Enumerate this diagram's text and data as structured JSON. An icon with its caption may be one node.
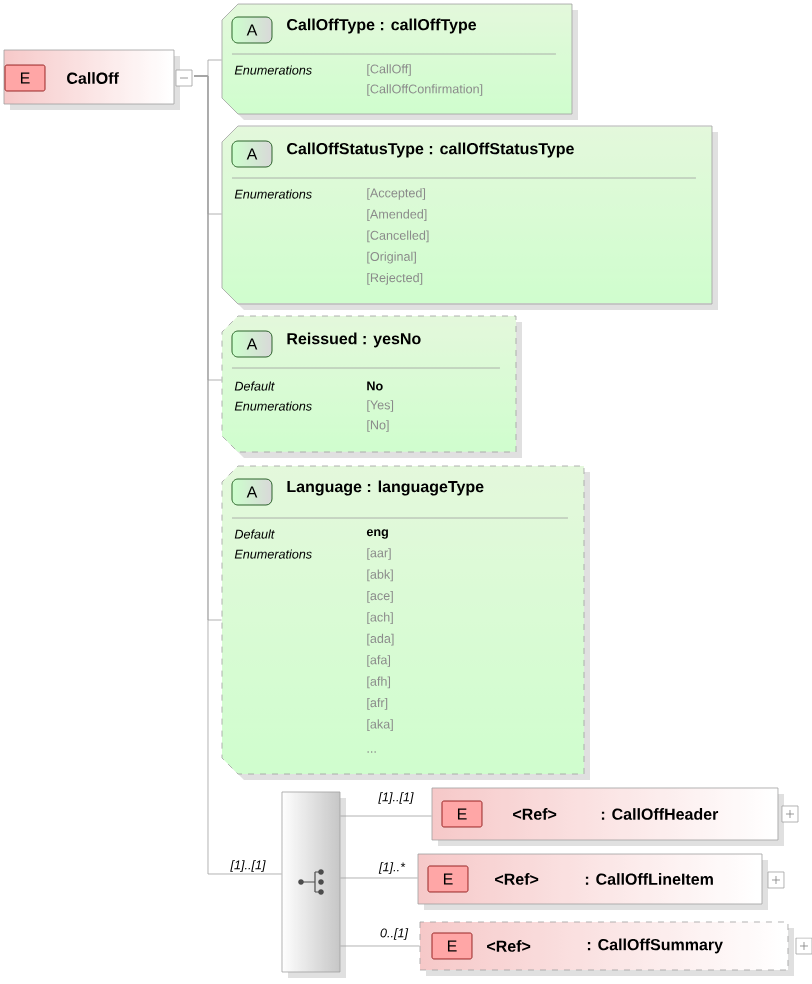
{
  "diagram": {
    "nodes": [
      {
        "text": [
          "E",
          "CallOff"
        ]
      },
      {
        "text": [
          "A",
          "CallOffType : callOffType",
          "Enumerations",
          "[CallOff]",
          "[CallOffConfirmation]"
        ]
      },
      {
        "text": [
          "A",
          "CallOffStatusType : callOffStatusType",
          "Enumerations",
          "[Accepted]",
          "[Amended]",
          "[Cancelled]",
          "[Original]",
          "[Rejected]"
        ]
      },
      {
        "text": [
          "A",
          "Reissued : yesNo",
          "Default",
          "No",
          "Enumerations",
          "[Yes]",
          "[No]"
        ]
      },
      {
        "text": [
          "A",
          "Language : languageType",
          "Default",
          "eng",
          "Enumerations",
          "[aar]",
          "[abk]",
          "[ace]",
          "[ach]",
          "[ada]",
          "[afa]",
          "[afh]",
          "[afr]",
          "[aka]",
          "..."
        ]
      },
      {
        "text": [],
        "shape": "box"
      },
      {
        "text": [
          "E",
          "<Ref>",
          ": CallOffHeader"
        ]
      },
      {
        "text": [
          "E",
          "<Ref>",
          ": CallOffLineItem"
        ]
      },
      {
        "text": [
          "E",
          "<Ref>",
          ": CallOffSummary"
        ]
      }
    ],
    "edges": [
      {
        "from": 0,
        "to": 1,
        "arrow": "none"
      },
      {
        "from": 0,
        "to": 2,
        "arrow": "none"
      },
      {
        "from": 0,
        "to": 3,
        "arrow": "none"
      },
      {
        "from": 0,
        "to": 4,
        "arrow": "none"
      },
      {
        "from": 0,
        "to": 5,
        "arrow": "none",
        "label": "[1]..[1]"
      },
      {
        "from": 5,
        "to": 6,
        "arrow": "none",
        "label": "[1]..[1]"
      },
      {
        "from": 5,
        "to": 7,
        "arrow": "none",
        "label": "[1]..*"
      },
      {
        "from": 5,
        "to": 8,
        "arrow": "none",
        "label": "0..[1]"
      }
    ]
  }
}
